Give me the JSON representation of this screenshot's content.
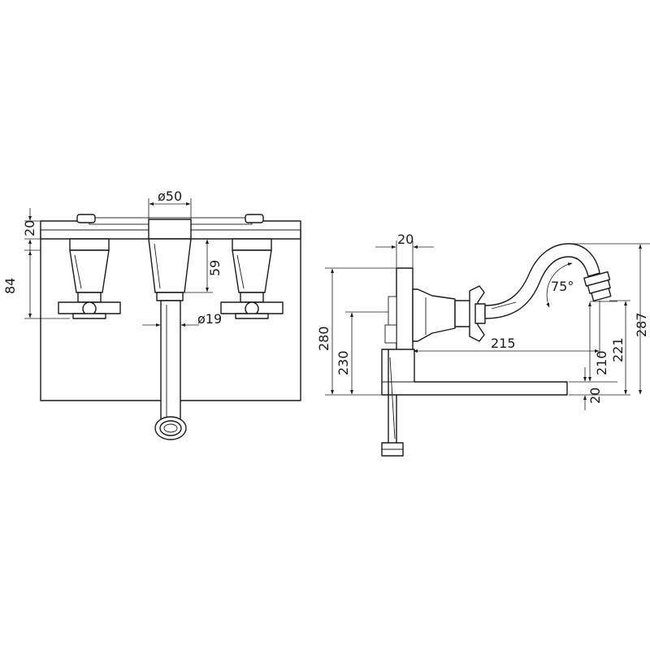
{
  "front_view": {
    "dims": {
      "flange_thickness": "20",
      "handle_height": "84",
      "handle_body": "59",
      "spout_body_diameter": "ø50",
      "spout_pipe_diameter": "ø19"
    }
  },
  "side_view": {
    "dims": {
      "plate_thickness": "20",
      "height_280": "280",
      "height_230": "230",
      "projection": "215",
      "height_210": "210",
      "height_221": "221",
      "height_287": "287",
      "bottom_20": "20",
      "spout_angle": "75°"
    }
  }
}
